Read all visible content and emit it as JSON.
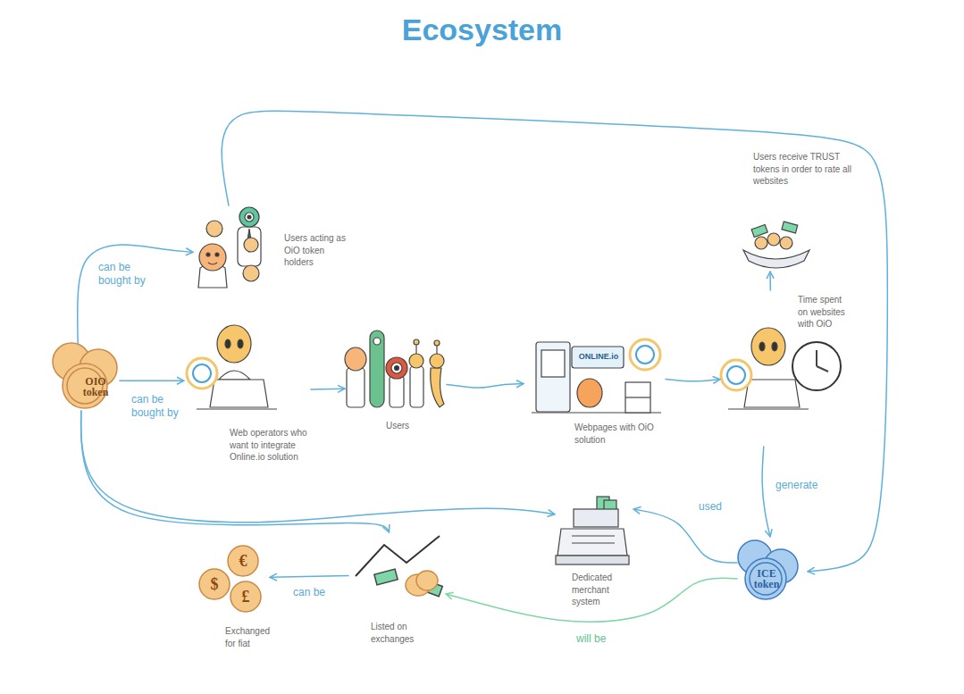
{
  "diagram": {
    "title": "Ecosystem",
    "nodes": [
      {
        "text": [
          "OIO token"
        ]
      },
      {
        "text": [
          "Users acting as OiO token holders"
        ]
      },
      {
        "text": [
          "Web operators who want to integrate Online.io solution"
        ]
      },
      {
        "text": [
          "Users"
        ]
      },
      {
        "text": [
          "Webpages with OiO solution"
        ]
      },
      {
        "text": [
          "Time spent on websites with OiO"
        ]
      },
      {
        "text": [
          "Users receive TRUST tokens in order to rate all websites"
        ]
      },
      {
        "text": [
          "ICE token"
        ]
      },
      {
        "text": [
          "Dedicated merchant system"
        ]
      },
      {
        "text": [
          "Listed on exchanges"
        ]
      },
      {
        "text": [
          "Exchanged for fiat"
        ]
      }
    ],
    "edges": [
      {
        "from": 0,
        "to": 1,
        "label": "can be bought by",
        "arrow": "to"
      },
      {
        "from": 0,
        "to": 2,
        "label": "can be bought by",
        "arrow": "to"
      },
      {
        "from": 2,
        "to": 3,
        "arrow": "to"
      },
      {
        "from": 3,
        "to": 4,
        "arrow": "to"
      },
      {
        "from": 4,
        "to": 5,
        "arrow": "to"
      },
      {
        "from": 5,
        "to": 6,
        "arrow": "to"
      },
      {
        "from": 5,
        "to": 7,
        "label": "generate",
        "arrow": "to"
      },
      {
        "from": 7,
        "to": 8,
        "label": "used",
        "arrow": "to"
      },
      {
        "from": 7,
        "to": 9,
        "label": "will be",
        "arrow": "to"
      },
      {
        "from": 9,
        "to": 10,
        "label": "can be",
        "arrow": "to"
      },
      {
        "from": 1,
        "to": 7,
        "arrow": "to"
      },
      {
        "from": 0,
        "to": 9,
        "arrow": "to"
      },
      {
        "from": 0,
        "to": 8,
        "arrow": "to"
      }
    ],
    "labels": [
      "ONLINE.io",
      "$",
      "€",
      "£"
    ]
  }
}
